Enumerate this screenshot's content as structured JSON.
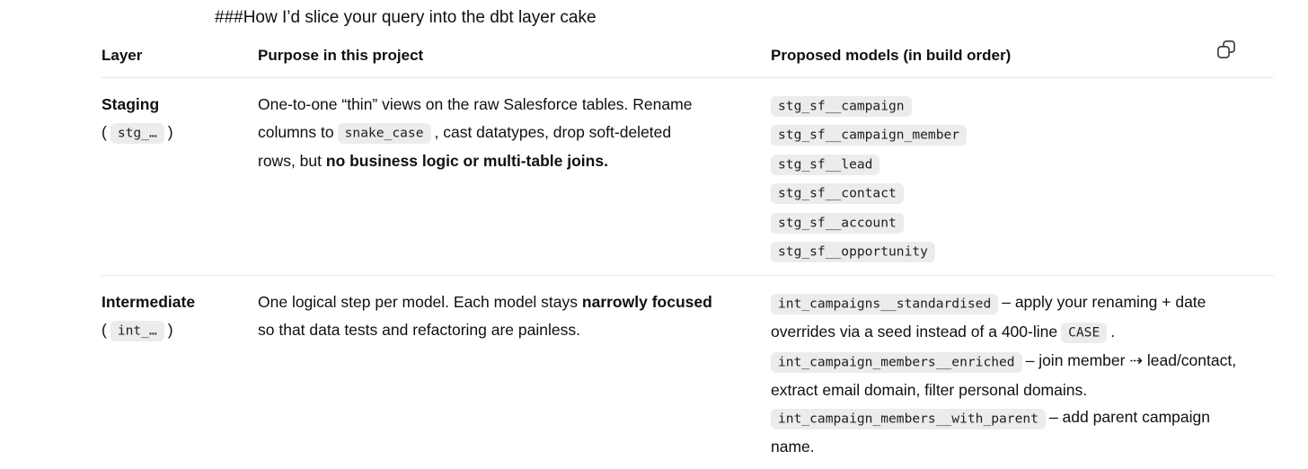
{
  "heading": {
    "text": "###How I’d slice your query into the dbt layer cake"
  },
  "icons": {
    "copy": "copy-icon"
  },
  "colors": {
    "text": "#101010",
    "chip_background": "#ececec",
    "divider": "#e9e9e9",
    "icon_stroke": "#414141"
  },
  "table": {
    "columns": [
      "Layer",
      "Purpose in this project",
      "Proposed models (in build order)"
    ],
    "rows": [
      {
        "layer": {
          "lines": [
            [
              {
                "t": "bold",
                "v": "Staging"
              }
            ],
            [
              {
                "t": "text",
                "v": "("
              },
              {
                "t": "code",
                "v": "stg_…"
              },
              {
                "t": "text",
                "v": ")"
              }
            ]
          ]
        },
        "purpose": {
          "lines": [
            [
              {
                "t": "text",
                "v": "One-to-one “thin” views on the raw Salesforce tables. Rename"
              }
            ],
            [
              {
                "t": "text",
                "v": "columns to"
              },
              {
                "t": "code",
                "v": "snake_case"
              },
              {
                "t": "text",
                "v": ", cast datatypes, drop soft-deleted"
              }
            ],
            [
              {
                "t": "text",
                "v": "rows, but "
              },
              {
                "t": "bold",
                "v": "no business logic or multi-table joins."
              }
            ]
          ]
        },
        "models": {
          "lines": [
            [
              {
                "t": "code",
                "v": "stg_sf__campaign"
              }
            ],
            [
              {
                "t": "code",
                "v": "stg_sf__campaign_member"
              }
            ],
            [
              {
                "t": "code",
                "v": "stg_sf__lead"
              }
            ],
            [
              {
                "t": "code",
                "v": "stg_sf__contact"
              }
            ],
            [
              {
                "t": "code",
                "v": "stg_sf__account"
              }
            ],
            [
              {
                "t": "code",
                "v": "stg_sf__opportunity"
              }
            ]
          ]
        }
      },
      {
        "layer": {
          "lines": [
            [
              {
                "t": "bold",
                "v": "Intermediate"
              }
            ],
            [
              {
                "t": "text",
                "v": "("
              },
              {
                "t": "code",
                "v": "int_…"
              },
              {
                "t": "text",
                "v": ")"
              }
            ]
          ]
        },
        "purpose": {
          "lines": [
            [
              {
                "t": "text",
                "v": "One logical step per model. Each model stays "
              },
              {
                "t": "bold",
                "v": "narrowly focused"
              }
            ],
            [
              {
                "t": "text",
                "v": "so that data tests and refactoring are painless."
              }
            ]
          ]
        },
        "models": {
          "lines": [
            [
              {
                "t": "code",
                "v": "int_campaigns__standardised"
              },
              {
                "t": "text",
                "v": "– apply your renaming + date"
              }
            ],
            [
              {
                "t": "text",
                "v": "overrides via a seed instead of a 400-line"
              },
              {
                "t": "code",
                "v": "CASE"
              },
              {
                "t": "text",
                "v": "."
              }
            ],
            [
              {
                "t": "code",
                "v": "int_campaign_members__enriched"
              },
              {
                "t": "text",
                "v": "– join member ⇢ lead/contact,"
              }
            ],
            [
              {
                "t": "text",
                "v": "extract email domain, filter personal domains."
              }
            ],
            [
              {
                "t": "code",
                "v": "int_campaign_members__with_parent"
              },
              {
                "t": "text",
                "v": "– add parent campaign"
              }
            ],
            [
              {
                "t": "text",
                "v": "name."
              }
            ]
          ]
        }
      }
    ]
  }
}
